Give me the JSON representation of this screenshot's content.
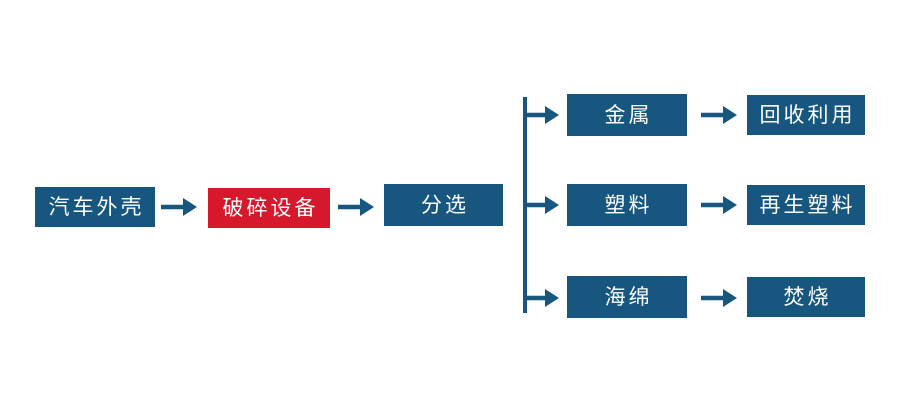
{
  "flowchart": {
    "main_chain": [
      {
        "label": "汽车外壳",
        "highlight": false
      },
      {
        "label": "破碎设备",
        "highlight": true
      },
      {
        "label": "分选",
        "highlight": false
      }
    ],
    "branches": [
      {
        "source": "金属",
        "result": "回收利用"
      },
      {
        "source": "塑料",
        "result": "再生塑料"
      },
      {
        "source": "海绵",
        "result": "焚烧"
      }
    ],
    "colors": {
      "blue": "#17577F",
      "red": "#D6182C",
      "text": "#FFFFFF",
      "background": "#FFFFFF"
    }
  }
}
